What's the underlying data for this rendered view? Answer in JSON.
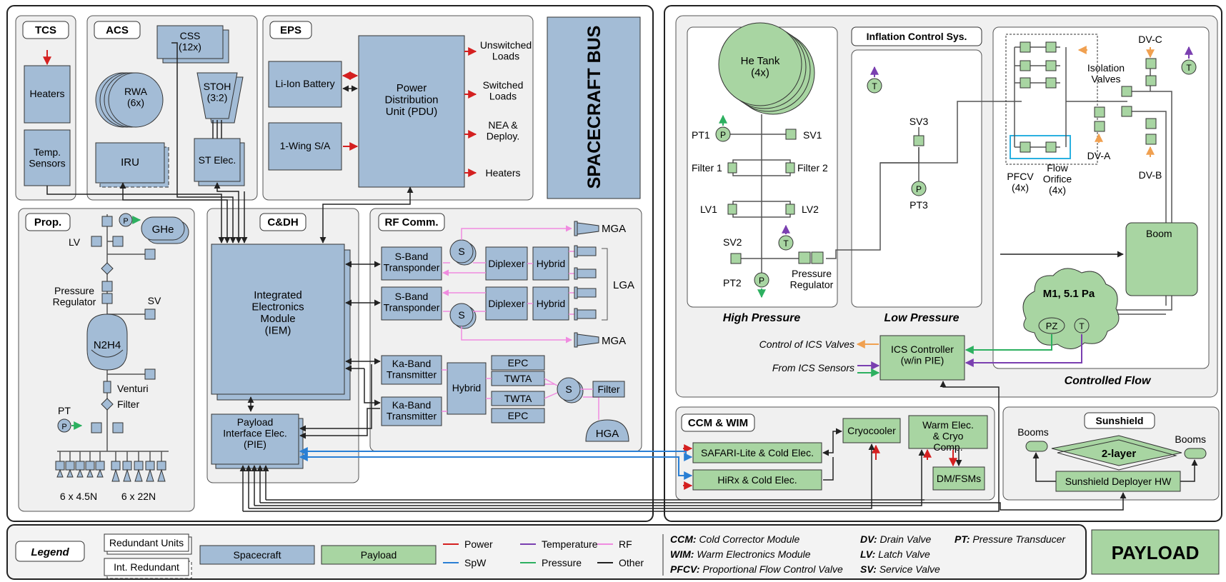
{
  "bus": {
    "title": "SPACECRAFT BUS",
    "tcs": {
      "label": "TCS",
      "heaters": "Heaters",
      "temp_sensors": "Temp. Sensors"
    },
    "acs": {
      "label": "ACS",
      "css": "CSS (12x)",
      "rwa": "RWA (6x)",
      "stoh": "STOH (3:2)",
      "iru": "IRU",
      "st_elec": "ST Elec."
    },
    "eps": {
      "label": "EPS",
      "battery": "Li-Ion Battery",
      "solar_array": "1-Wing S/A",
      "pdu": "Power Distribution Unit (PDU)",
      "outputs": [
        "Unswitched Loads",
        "Switched Loads",
        "NEA & Deploy.",
        "Heaters"
      ]
    },
    "prop": {
      "label": "Prop.",
      "ghe": "GHe",
      "lv": "LV",
      "pressure_regulator": "Pressure Regulator",
      "sv": "SV",
      "tank": "N2H4",
      "venturi": "Venturi",
      "filter": "Filter",
      "pt": "PT",
      "thrusters_small": "6 x 4.5N",
      "thrusters_large": "6 x 22N"
    },
    "cdh": {
      "label": "C&DH",
      "iem": "Integrated Electronics Module (IEM)",
      "pie": "Payload Interface Elec. (PIE)"
    },
    "rf": {
      "label": "RF Comm.",
      "sband_1": "S-Band Transponder",
      "sband_2": "S-Band Transponder",
      "diplexer": "Diplexer",
      "hybrid": "Hybrid",
      "mga": "MGA",
      "lga": "LGA",
      "s": "S",
      "ka_1": "Ka-Band Transmitter",
      "ka_2": "Ka-Band Transmitter",
      "epc": "EPC",
      "twta": "TWTA",
      "filter": "Filter",
      "hga": "HGA"
    }
  },
  "payload": {
    "title": "PAYLOAD",
    "high_pressure": {
      "title": "High Pressure",
      "he_tank": "He Tank (4x)",
      "pt1": "PT1",
      "pt2": "PT2",
      "sv1": "SV1",
      "sv2": "SV2",
      "filter1": "Filter 1",
      "filter2": "Filter 2",
      "lv1": "LV1",
      "lv2": "LV2",
      "pressure_regulator": "Pressure Regulator",
      "p": "P",
      "t": "T"
    },
    "low_pressure": {
      "header": "Inflation Control Sys.",
      "title": "Low Pressure",
      "sv3": "SV3",
      "pt3": "PT3"
    },
    "controlled_flow": {
      "title": "Controlled Flow",
      "pfcv": "PFCV (4x)",
      "flow_orifice": "Flow Orifice (4x)",
      "isolation_valves": "Isolation Valves",
      "dv_a": "DV-A",
      "dv_b": "DV-B",
      "dv_c": "DV-C",
      "boom": "Boom",
      "m1": "M1, 5.1 Pa",
      "pz": "PZ"
    },
    "ics": {
      "controller": "ICS Controller (w/in PIE)",
      "control_valves": "Control of ICS Valves",
      "from_sensors": "From ICS Sensors"
    },
    "ccm_wim": {
      "label": "CCM & WIM",
      "safari": "SAFARI-Lite & Cold Elec.",
      "hirx": "HiRx & Cold Elec.",
      "cryocooler": "Cryocooler",
      "warm_elec": "Warm Elec. & Cryo Comp.",
      "dm": "DM/FSMs"
    },
    "sunshield": {
      "label": "Sunshield",
      "booms_left": "Booms",
      "booms_right": "Booms",
      "layer": "2-layer",
      "deployer": "Sunshield Deployer HW"
    }
  },
  "legend": {
    "title": "Legend",
    "redundant_units": "Redundant Units",
    "int_redundant": "Int. Redundant",
    "spacecraft": "Spacecraft",
    "payload": "Payload",
    "lines": [
      {
        "label": "Power",
        "color": "#d42020"
      },
      {
        "label": "SpW",
        "color": "#2a7fd4"
      },
      {
        "label": "Temperature",
        "color": "#7a3fb0"
      },
      {
        "label": "Pressure",
        "color": "#2db060"
      },
      {
        "label": "RF",
        "color": "#f08be0"
      },
      {
        "label": "Other",
        "color": "#222222"
      }
    ],
    "abbreviations": [
      {
        "abbr": "CCM:",
        "text": "Cold Corrector Module"
      },
      {
        "abbr": "WIM:",
        "text": "Warm Electronics Module"
      },
      {
        "abbr": "PFCV:",
        "text": "Proportional Flow Control Valve"
      },
      {
        "abbr": "DV:",
        "text": "Drain Valve"
      },
      {
        "abbr": "LV:",
        "text": "Latch Valve"
      },
      {
        "abbr": "SV:",
        "text": "Service Valve"
      },
      {
        "abbr": "PT:",
        "text": "Pressure Transducer"
      }
    ]
  },
  "colors": {
    "spacecraft": "#a3bcd6",
    "payload": "#a8d5a2",
    "panel": "#f0f0f0"
  }
}
